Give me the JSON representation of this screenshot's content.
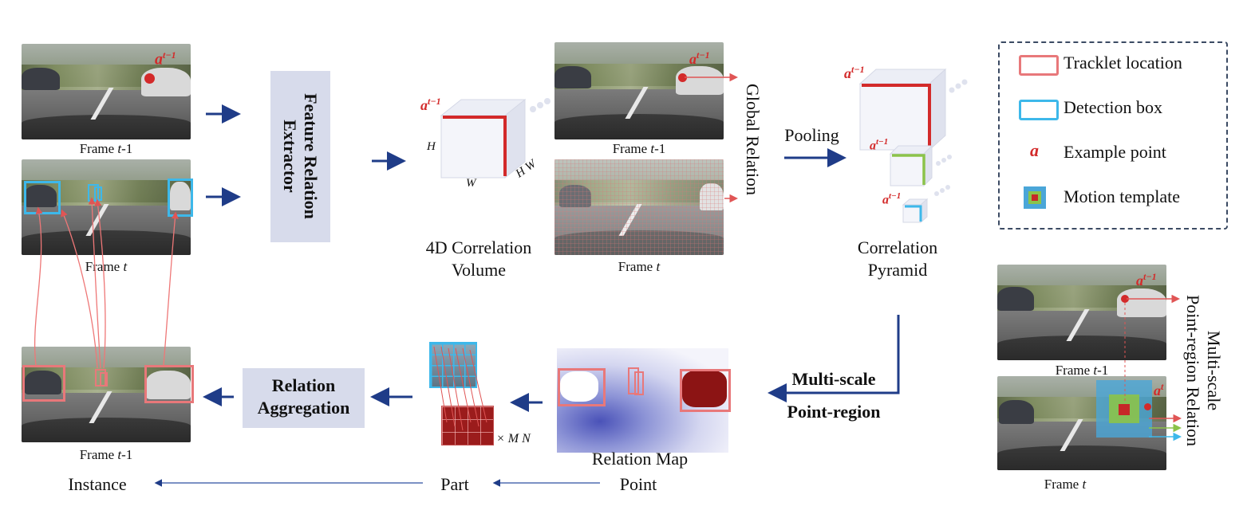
{
  "top": {
    "frame_prev_caption": "Frame t-1",
    "frame_cur_caption": "Frame t",
    "feature_extractor": "Feature Relation Extractor",
    "volume_label": "4D Correlation Volume",
    "volume_axes": {
      "h": "H",
      "w": "W",
      "hw": "H W",
      "point": "a^{t-1}"
    },
    "global_prev_caption": "Frame t-1",
    "global_cur_caption": "Frame t",
    "global_relation": "Global Relation",
    "pooling": "Pooling",
    "pyramid_label": "Correlation Pyramid",
    "pyramid_point": "a^{t-1}"
  },
  "legend": {
    "items": [
      {
        "text": "Tracklet location",
        "color": "#e8787a"
      },
      {
        "text": "Detection box",
        "color": "#3db8ea"
      },
      {
        "text": "Example point",
        "color": "#d32a2a",
        "symbol": "a"
      },
      {
        "text": "Motion template",
        "color": "#4aa6d8"
      }
    ]
  },
  "right": {
    "frame_prev_caption": "Frame t-1",
    "frame_cur_caption": "Frame t",
    "relation_label": "Multi-scale Point-region Relation",
    "point_prev": "a^{t-1}",
    "point_cur": "a^t"
  },
  "bottom": {
    "multiscale": "Multi-scale",
    "point_region": "Point-region",
    "relation_map": "Relation Map",
    "point": "Point",
    "part": "Part",
    "instance": "Instance",
    "relation_aggregation": "Relation Aggregation",
    "output_caption": "Frame t-1",
    "times_mn": "× M N"
  }
}
